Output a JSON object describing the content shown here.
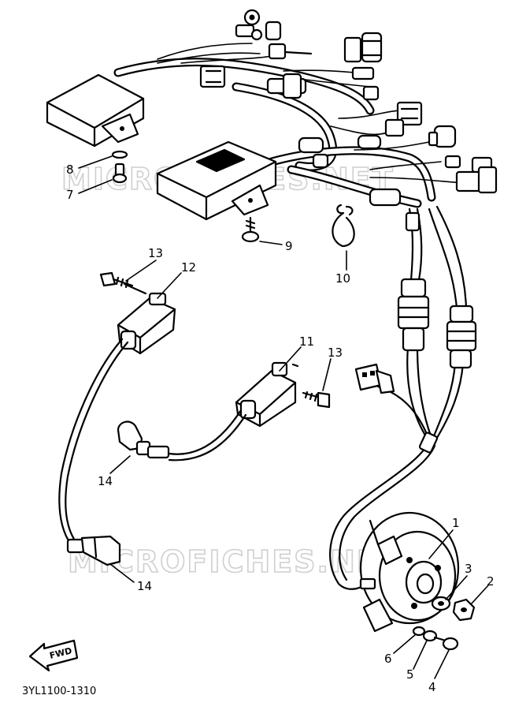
{
  "diagram": {
    "watermarks": [
      "MICROFICHES.NET",
      "MICROFICHES.NET"
    ],
    "callouts": {
      "c1": "1",
      "c2": "2",
      "c3": "3",
      "c4": "4",
      "c5": "5",
      "c6": "6",
      "c7": "7",
      "c8": "8",
      "c9": "9",
      "c10": "10",
      "c11": "11",
      "c12": "12",
      "c13a": "13",
      "c13b": "13",
      "c14a": "14",
      "c14b": "14"
    },
    "direction_label": "FWD",
    "figure_code": "3YL1100-1310"
  }
}
